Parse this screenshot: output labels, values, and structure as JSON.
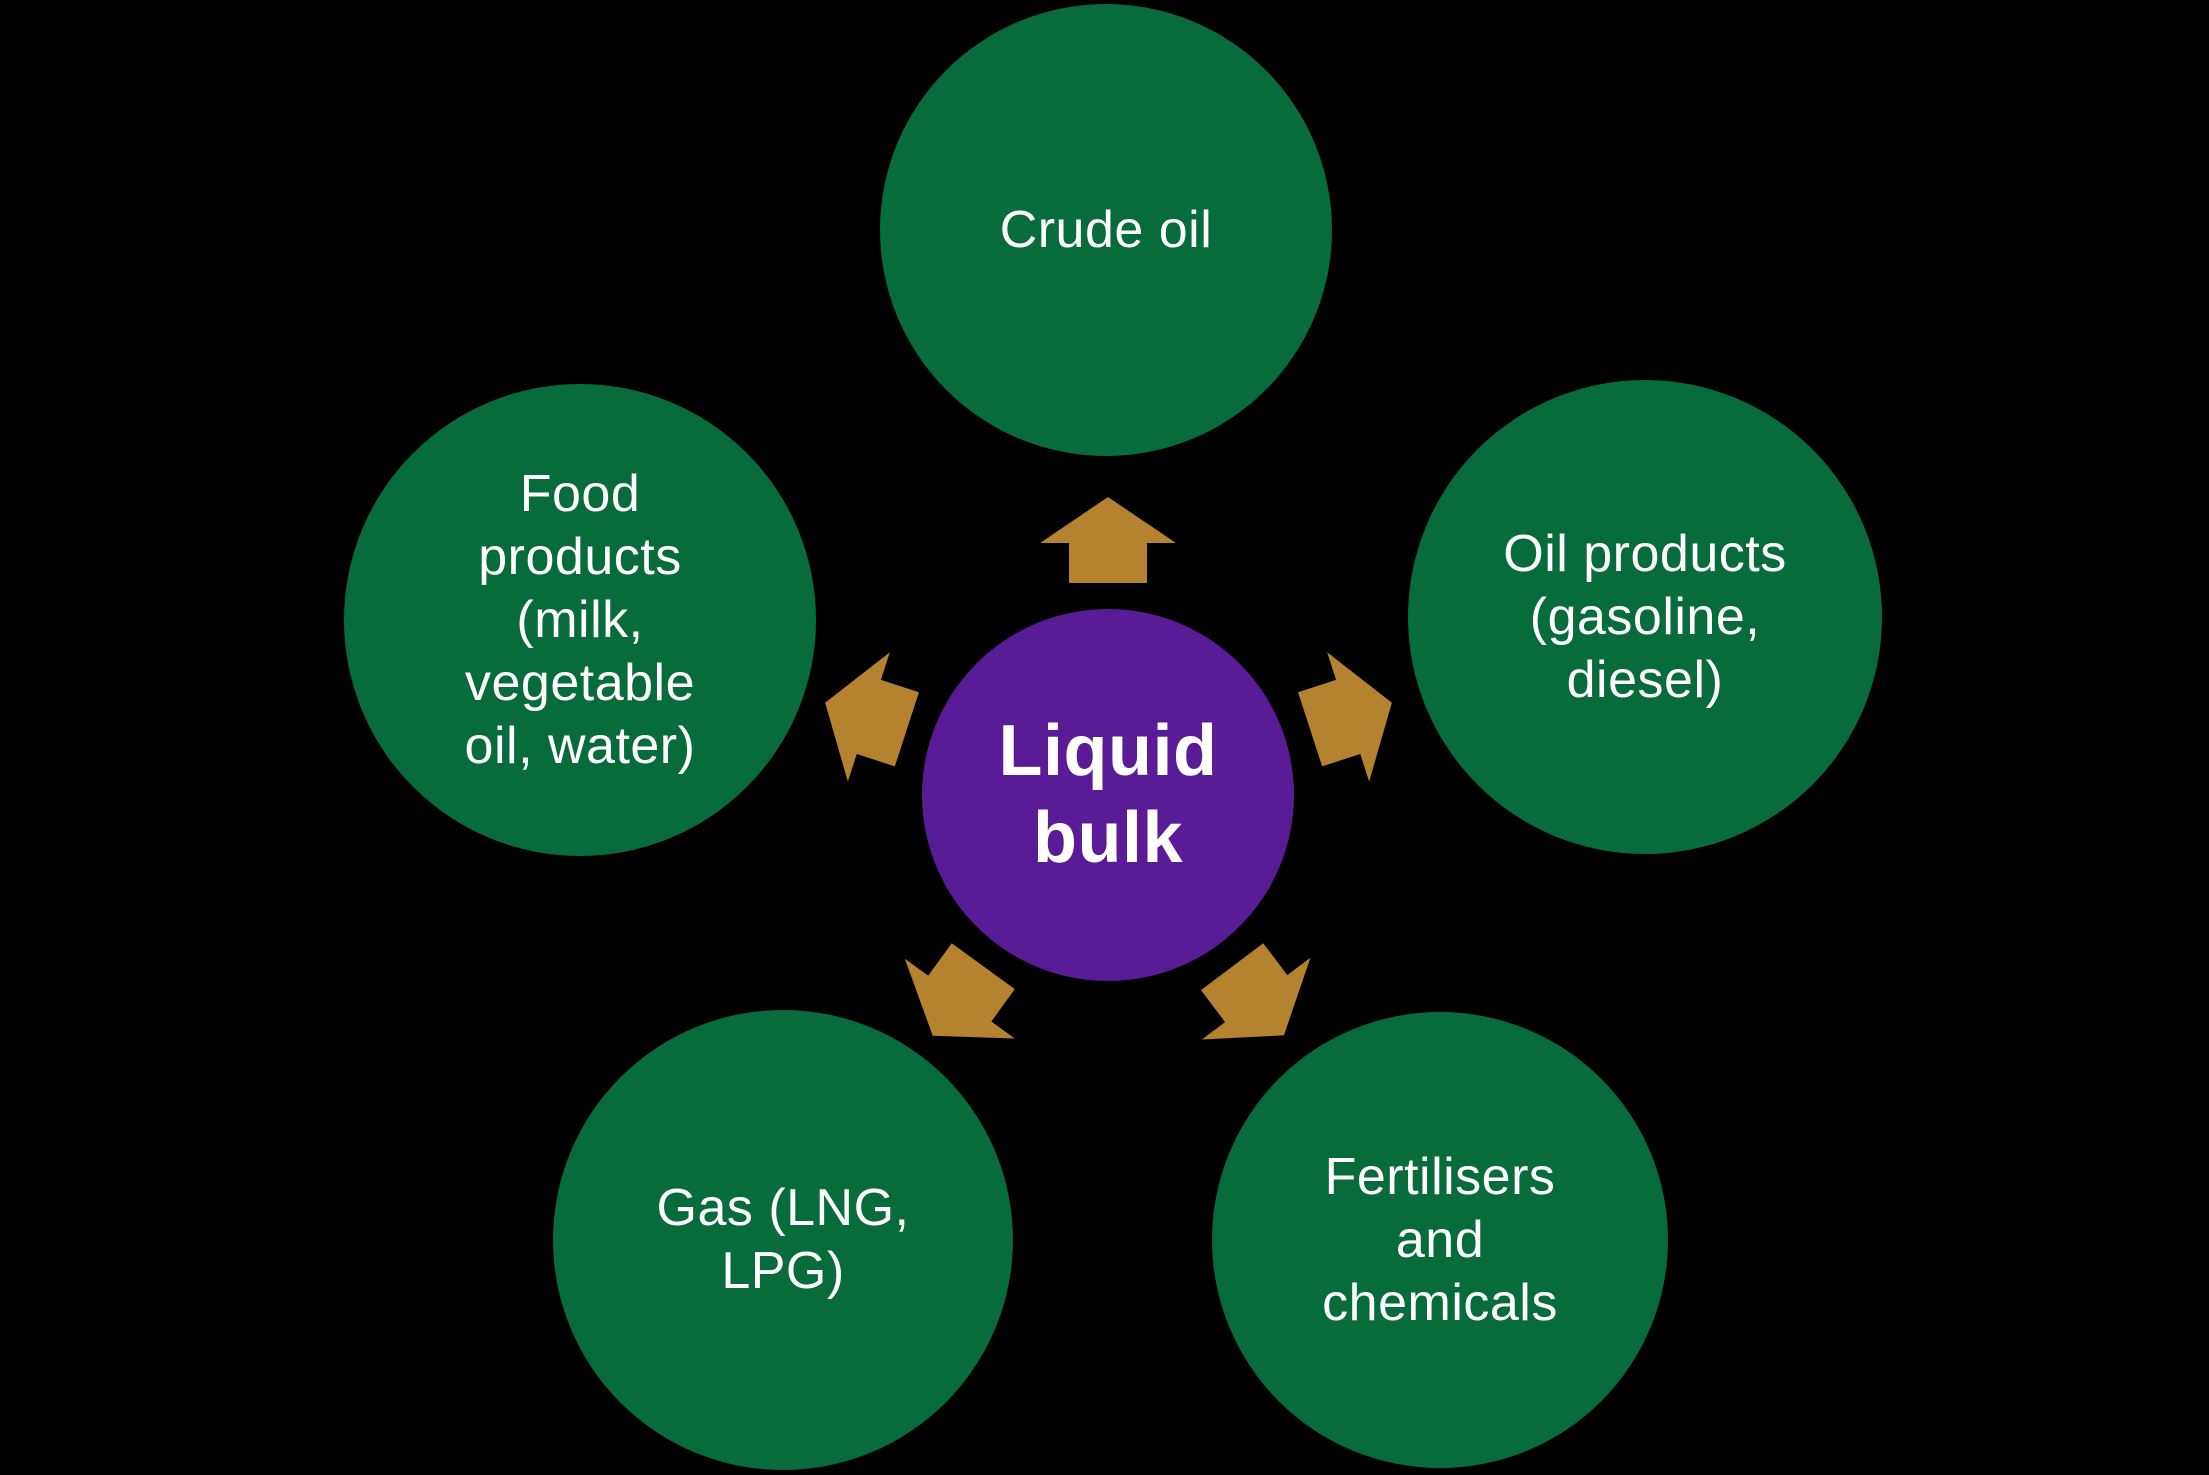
{
  "colors": {
    "background": "#000000",
    "node_green": "#076B3C",
    "center_purple": "#5A1B96",
    "arrow_gold": "#B5822F",
    "text_white": "#FFFFFF"
  },
  "center": {
    "label": "Liquid\nbulk"
  },
  "nodes": [
    {
      "id": "crude-oil",
      "label": "Crude oil"
    },
    {
      "id": "oil-products",
      "label": "Oil products\n(gasoline,\ndiesel)"
    },
    {
      "id": "fertilisers",
      "label": "Fertilisers\nand\nchemicals"
    },
    {
      "id": "gas",
      "label": "Gas (LNG,\nLPG)"
    },
    {
      "id": "food",
      "label": "Food\nproducts\n(milk,\nvegetable\noil, water)"
    }
  ],
  "arrows": [
    {
      "direction": "up",
      "points_to": "Crude oil"
    },
    {
      "direction": "upper-right",
      "points_to": "Oil products (gasoline, diesel)"
    },
    {
      "direction": "lower-right",
      "points_to": "Fertilisers and chemicals"
    },
    {
      "direction": "lower-left",
      "points_to": "Gas (LNG, LPG)"
    },
    {
      "direction": "upper-left",
      "points_to": "Food products (milk, vegetable oil, water)"
    }
  ]
}
